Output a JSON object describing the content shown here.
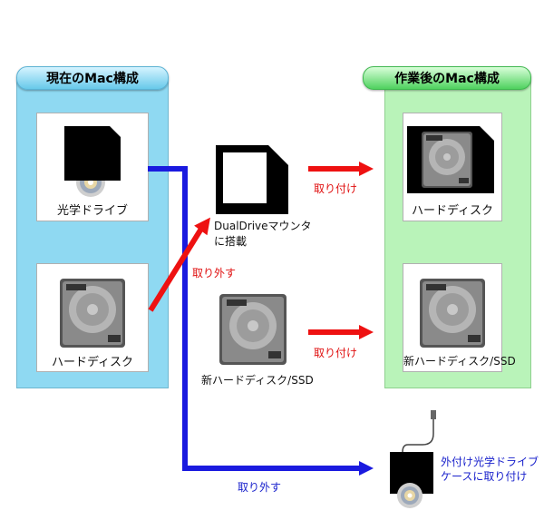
{
  "current": {
    "header": "現在のMac構成",
    "optical_label": "光学ドライブ",
    "hdd_label": "ハードディスク"
  },
  "after": {
    "header": "作業後のMac構成",
    "top_label": "ハードディスク",
    "bottom_label": "新ハードディスク/SSD"
  },
  "middle": {
    "dualdrive_line1": "DualDriveマウンタ",
    "dualdrive_line2": "に搭載",
    "new_disk_label": "新ハードディスク/SSD"
  },
  "arrows": {
    "remove_red": "取り外す",
    "attach_top": "取り付け",
    "attach_bottom": "取り付け",
    "remove_blue": "取り外す"
  },
  "external": {
    "line1": "外付け光学ドライブ",
    "line2": "ケースに取り付け"
  },
  "colors": {
    "left_panel": "#8fd9f2",
    "right_panel": "#b9f3b9",
    "red_arrow": "#ee1111",
    "blue_arrow": "#1a1adf"
  }
}
